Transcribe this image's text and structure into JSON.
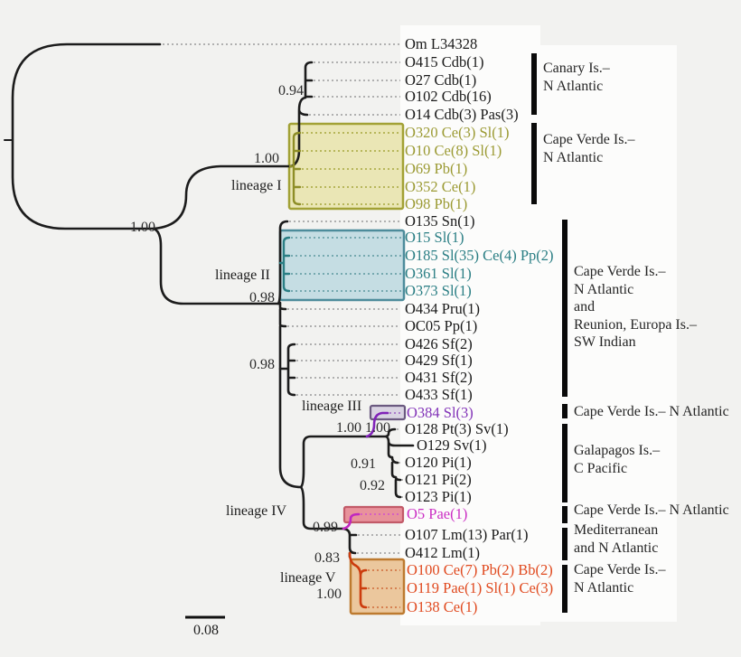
{
  "figure": {
    "type": "phylogenetic-tree",
    "scale_bar_label": "0.08"
  },
  "colors": {
    "background": "#f2f2f0",
    "branch_black": "#1c1c1c",
    "leader_gray": "#9a9a9a",
    "olive": "#9b9a33",
    "olive_box_fill": "#eae6b5",
    "olive_box_border": "#a2a135",
    "teal": "#2a7e84",
    "teal_box_fill": "#c5dde3",
    "teal_box_border": "#4d8c9b",
    "purple": "#8233b8",
    "purple_box_fill": "#d9d3e2",
    "purple_box_border": "#6b5a80",
    "magenta": "#cb2fc4",
    "pink_box_fill": "#e8929b",
    "pink_box_border": "#c25a68",
    "orange": "#e0491e",
    "orange_box_fill": "#ebc79d",
    "orange_box_border": "#bd7a2f",
    "region_bar": "#0a0a0a"
  },
  "tips": [
    {
      "label": "Om L34328",
      "color": "black"
    },
    {
      "label": "O415 Cdb(1)",
      "color": "black"
    },
    {
      "label": "O27 Cdb(1)",
      "color": "black"
    },
    {
      "label": "O102 Cdb(16)",
      "color": "black"
    },
    {
      "label": "O14 Cdb(3) Pas(3)",
      "color": "black"
    },
    {
      "label": "O320 Ce(3) Sl(1)",
      "color": "olive"
    },
    {
      "label": "O10 Ce(8) Sl(1)",
      "color": "olive"
    },
    {
      "label": "O69 Pb(1)",
      "color": "olive"
    },
    {
      "label": "O352 Ce(1)",
      "color": "olive"
    },
    {
      "label": "O98 Pb(1)",
      "color": "olive"
    },
    {
      "label": "O135 Sn(1)",
      "color": "black"
    },
    {
      "label": "O15 Sl(1)",
      "color": "teal"
    },
    {
      "label": "O185 Sl(35) Ce(4) Pp(2)",
      "color": "teal"
    },
    {
      "label": "O361 Sl(1)",
      "color": "teal"
    },
    {
      "label": "O373 Sl(1)",
      "color": "teal"
    },
    {
      "label": "O434 Pru(1)",
      "color": "black"
    },
    {
      "label": "OC05 Pp(1)",
      "color": "black"
    },
    {
      "label": "O426 Sf(2)",
      "color": "black"
    },
    {
      "label": "O429 Sf(1)",
      "color": "black"
    },
    {
      "label": "O431 Sf(2)",
      "color": "black"
    },
    {
      "label": "O433 Sf(1)",
      "color": "black"
    },
    {
      "label": "O384 Sl(3)",
      "color": "purple"
    },
    {
      "label": "O128 Pt(3) Sv(1)",
      "color": "black"
    },
    {
      "label": "O129 Sv(1)",
      "color": "black"
    },
    {
      "label": "O120 Pi(1)",
      "color": "black"
    },
    {
      "label": "O121 Pi(2)",
      "color": "black"
    },
    {
      "label": "O123 Pi(1)",
      "color": "black"
    },
    {
      "label": "O5 Pae(1)",
      "color": "magenta"
    },
    {
      "label": "O107 Lm(13) Par(1)",
      "color": "black"
    },
    {
      "label": "O412 Lm(1)",
      "color": "black"
    },
    {
      "label": "O100 Ce(7) Pb(2) Bb(2)",
      "color": "orange"
    },
    {
      "label": "O119 Pae(1) Sl(1) Ce(3)",
      "color": "orange"
    },
    {
      "label": "O138 Ce(1)",
      "color": "orange"
    }
  ],
  "supports": [
    "0.94",
    "1.00",
    "1.00",
    "0.98",
    "0.98",
    "1.00",
    "1.00",
    "0.91",
    "0.92",
    "0.99",
    "0.83",
    "1.00"
  ],
  "lineages": [
    "lineage I",
    "lineage II",
    "lineage III",
    "lineage IV",
    "lineage V"
  ],
  "regions": [
    {
      "lines": [
        "Canary Is.–",
        "N Atlantic"
      ]
    },
    {
      "lines": [
        "Cape Verde Is.–",
        "N Atlantic"
      ]
    },
    {
      "lines": [
        "Cape Verde Is.–",
        "N Atlantic",
        "and",
        "Reunion, Europa Is.–",
        "SW Indian"
      ]
    },
    {
      "lines": [
        "Cape Verde Is.– N Atlantic"
      ]
    },
    {
      "lines": [
        "Galapagos Is.–",
        "C Pacific"
      ]
    },
    {
      "lines": [
        "Cape Verde Is.– N Atlantic"
      ]
    },
    {
      "lines": [
        "Mediterranean",
        "and N Atlantic"
      ]
    },
    {
      "lines": [
        "Cape Verde Is.–",
        "N Atlantic"
      ]
    }
  ]
}
